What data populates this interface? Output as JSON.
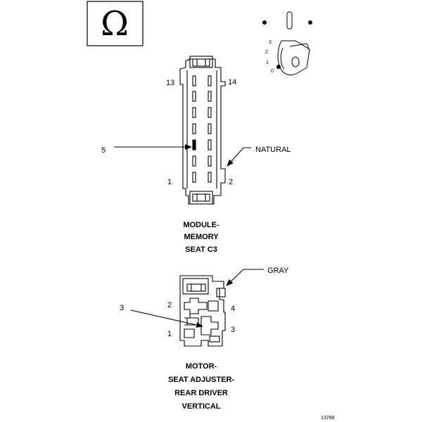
{
  "symbol": {
    "name": "omega-ohm-icon",
    "glyph": "Ω"
  },
  "module_connector": {
    "pin_labels": {
      "top_left": "13",
      "top_right": "14",
      "pointer": "5",
      "bottom_left": "1",
      "bottom_right": "2"
    },
    "color_label": "NATURAL",
    "caption": [
      "MODULE-",
      "MEMORY",
      "SEAT C3"
    ]
  },
  "motor_connector": {
    "pin_labels": {
      "pointer": "3",
      "left_upper": "2",
      "left_lower": "1",
      "right_upper": "4",
      "right_lower": "3"
    },
    "color_label": "GRAY",
    "caption": [
      "MOTOR-",
      "SEAT ADJUSTER-",
      "REAR DRIVER",
      "VERTICAL"
    ]
  },
  "key_inset_labels": [
    "3",
    "2",
    "1",
    "0"
  ],
  "figure_id": "13788",
  "colors": {
    "ink": "#000000",
    "paper": "#ffffff"
  }
}
